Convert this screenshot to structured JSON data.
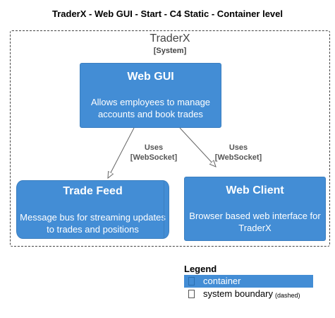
{
  "title": "TraderX - Web GUI - Start - C4 Static - Container level",
  "boundary": {
    "name": "TraderX",
    "type": "[System]"
  },
  "containers": {
    "web_gui": {
      "name": "Web GUI",
      "description": "Allows employees to manage accounts and book trades"
    },
    "trade_feed": {
      "name": "Trade Feed",
      "description": "Message bus for streaming updates to trades and positions"
    },
    "web_client": {
      "name": "Web Client",
      "description": "Browser based web interface for TraderX"
    }
  },
  "relations": [
    {
      "label": "Uses",
      "technology": "[WebSocket]"
    },
    {
      "label": "Uses",
      "technology": "[WebSocket]"
    }
  ],
  "legend": {
    "title": "Legend",
    "container_label": "container",
    "boundary_label": "system boundary",
    "boundary_note": "(dashed)"
  },
  "colors": {
    "container_fill": "#438dd5",
    "boundary_stroke": "#444444"
  }
}
